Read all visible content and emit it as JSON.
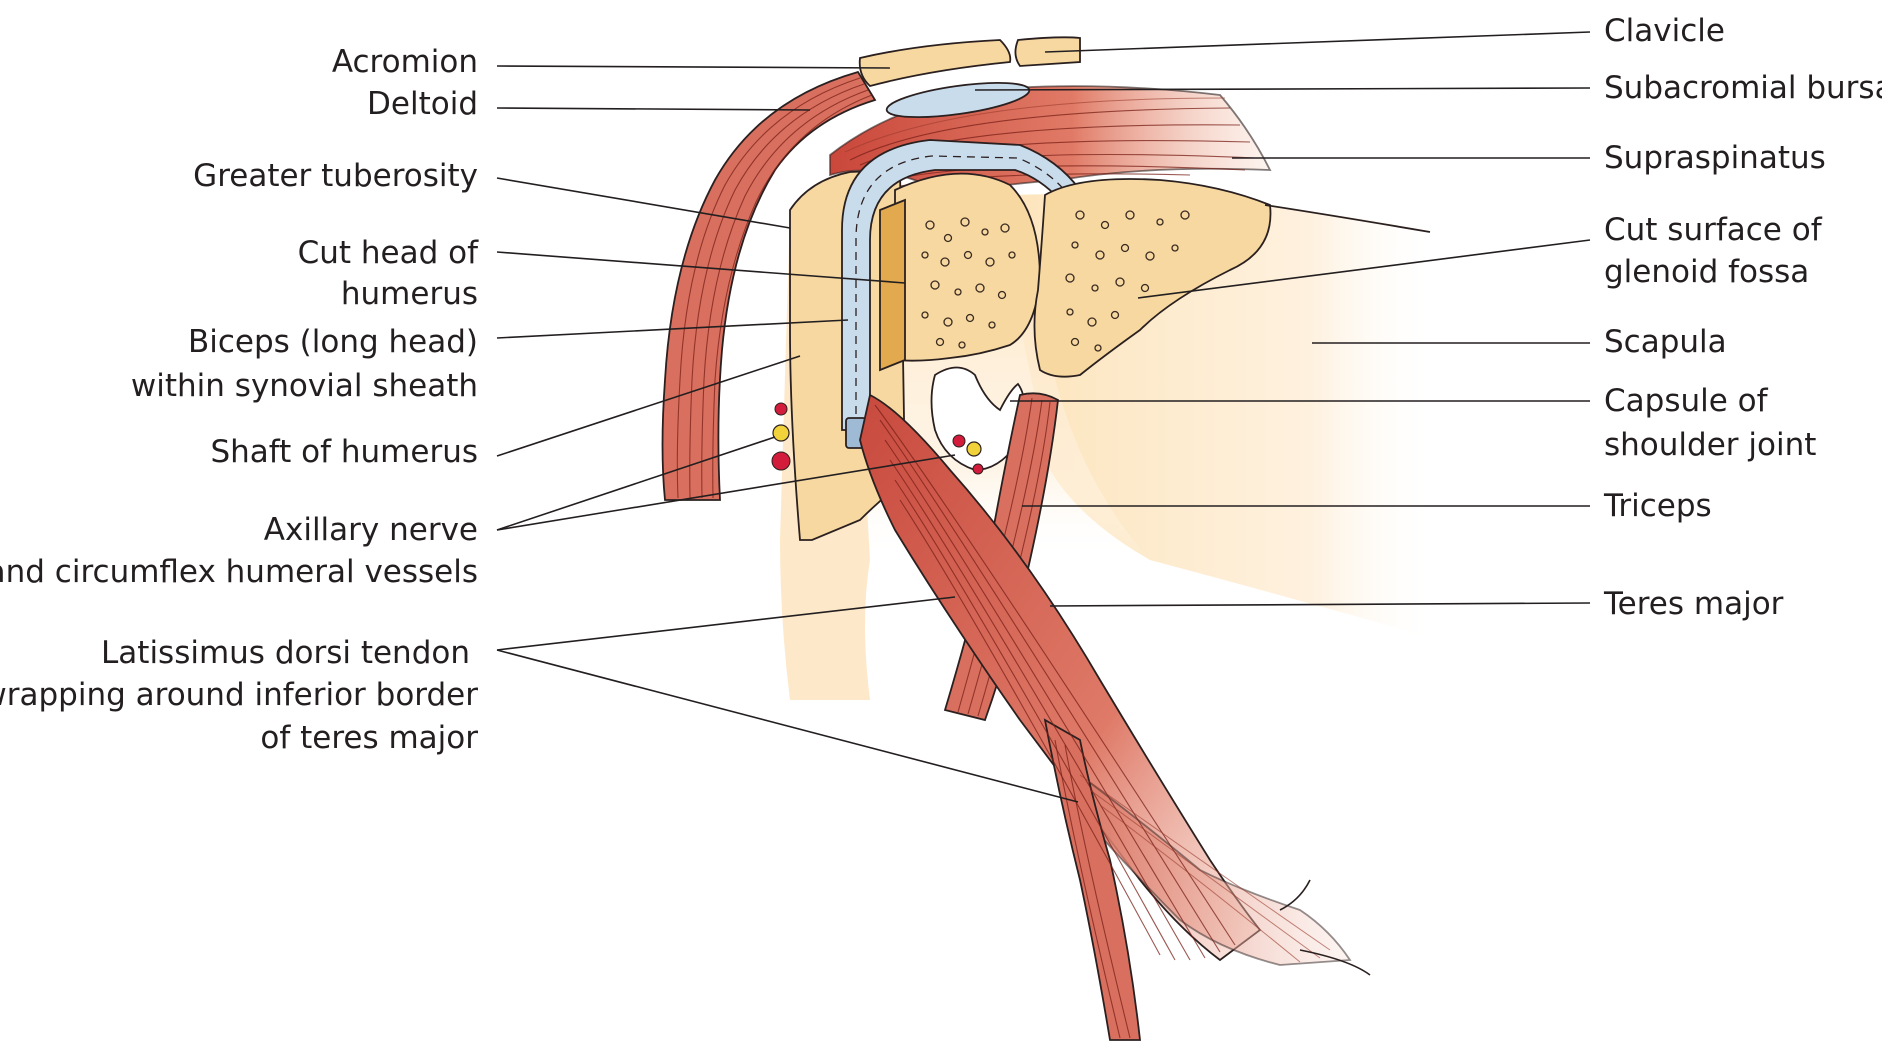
{
  "colors": {
    "muscle": "#d9705f",
    "muscle_dark": "#b7443a",
    "bone": "#f6d8a0",
    "bone_cut": "#f0c67a",
    "bone_dark": "#e2a94e",
    "bursa": "#c9dcec",
    "soft_tissue": "#fde7c4",
    "nerve": "#f2d23a",
    "vessel": "#d31c3c",
    "line": "#231f20"
  },
  "labels_left": {
    "acromion": "Acromion",
    "deltoid": "Deltoid",
    "greater_tuberosity": "Greater tuberosity",
    "cut_head_1": "Cut head of",
    "cut_head_2": "humerus",
    "biceps_1": "Biceps (long head)",
    "biceps_2": "within synovial sheath",
    "shaft": "Shaft of humerus",
    "axillary_1": "Axillary nerve",
    "axillary_2": "and circumflex humeral vessels",
    "latissimus_1": "Latissimus dorsi tendon",
    "latissimus_2": "wrapping around inferior border",
    "latissimus_3": "of teres major"
  },
  "labels_right": {
    "clavicle": "Clavicle",
    "subacromial_bursa": "Subacromial bursa",
    "supraspinatus": "Supraspinatus",
    "glenoid_1": "Cut surface of",
    "glenoid_2": "glenoid fossa",
    "scapula": "Scapula",
    "capsule_1": "Capsule of",
    "capsule_2": "shoulder joint",
    "triceps": "Triceps",
    "teres_major": "Teres major"
  }
}
